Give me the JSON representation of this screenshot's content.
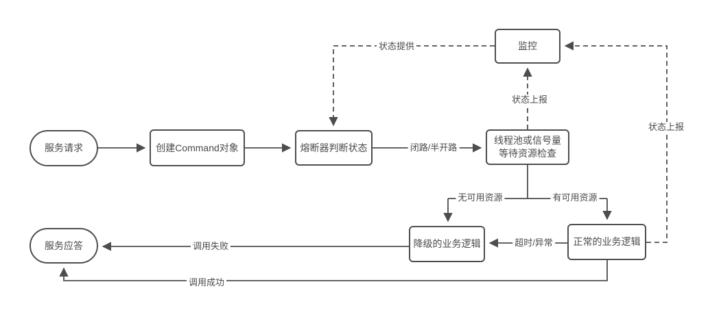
{
  "diagram": {
    "background": "#ffffff",
    "stroke_color": "#4d4d4d",
    "text_color": "#4a4a4a",
    "nodes": {
      "service_request": {
        "label": "服务请求"
      },
      "create_command": {
        "label": "创建Command对象"
      },
      "circuit_breaker": {
        "label": "熔断器判断状态"
      },
      "thread_pool": {
        "label_line1": "线程池或信号量",
        "label_line2": "等待资源检查"
      },
      "monitor": {
        "label": "监控"
      },
      "degraded_logic": {
        "label": "降级的业务逻辑"
      },
      "normal_logic": {
        "label": "正常的业务逻辑"
      },
      "service_response": {
        "label": "服务应答"
      }
    },
    "edge_labels": {
      "status_provide": "状态提供",
      "status_report_mid": "状态上报",
      "status_report_right": "状态上报",
      "closed_half_open": "闭路/半开路",
      "no_resource": "无可用资源",
      "has_resource": "有可用资源",
      "timeout_exception": "超时/异常",
      "call_failed": "调用失败",
      "call_success": "调用成功"
    }
  }
}
